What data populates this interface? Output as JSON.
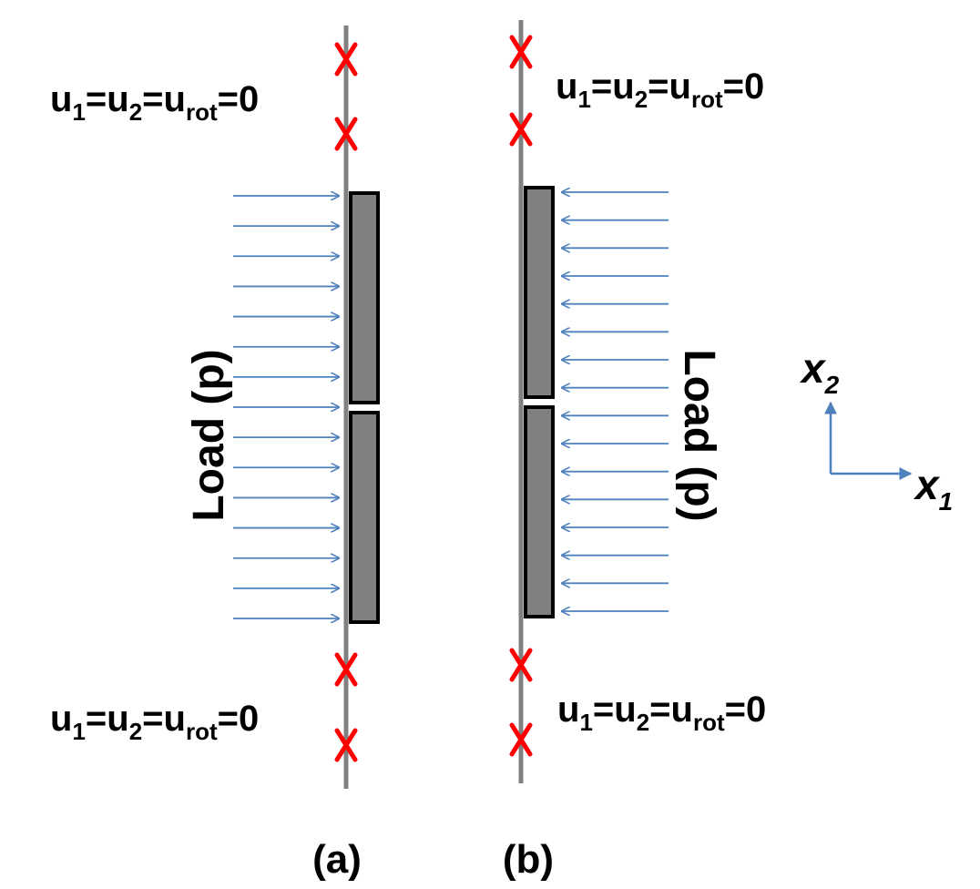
{
  "colors": {
    "rod": "#808080",
    "plate_fill": "#808080",
    "plate_stroke": "#000000",
    "load_arrow": "#4f81bd",
    "support_mark": "#ff0000",
    "axis_arrow": "#4f81bd",
    "text": "#000000"
  },
  "panels": [
    {
      "id": "a",
      "label": "(a)",
      "load_label": "Load (p)",
      "load_direction": "+x1",
      "load_arrow_count": 15,
      "support_marks_count": 4,
      "boundary_conditions": {
        "top": {
          "u": "u",
          "s1": "1",
          "eq1": "=u",
          "s2": "2",
          "eq2": "=u",
          "s3": "rot",
          "tail": "=0"
        },
        "bottom": {
          "u": "u",
          "s1": "1",
          "eq1": "=u",
          "s2": "2",
          "eq2": "=u",
          "s3": "rot",
          "tail": "=0"
        }
      }
    },
    {
      "id": "b",
      "label": "(b)",
      "load_label": "Load (p)",
      "load_direction": "-x1",
      "load_arrow_count": 16,
      "support_marks_count": 4,
      "boundary_conditions": {
        "top": {
          "u": "u",
          "s1": "1",
          "eq1": "=u",
          "s2": "2",
          "eq2": "=u",
          "s3": "rot",
          "tail": "=0"
        },
        "bottom": {
          "u": "u",
          "s1": "1",
          "eq1": "=u",
          "s2": "2",
          "eq2": "=u",
          "s3": "rot",
          "tail": "=0"
        }
      }
    }
  ],
  "axes": {
    "x1": {
      "base": "x",
      "sub": "1"
    },
    "x2": {
      "base": "x",
      "sub": "2"
    }
  }
}
